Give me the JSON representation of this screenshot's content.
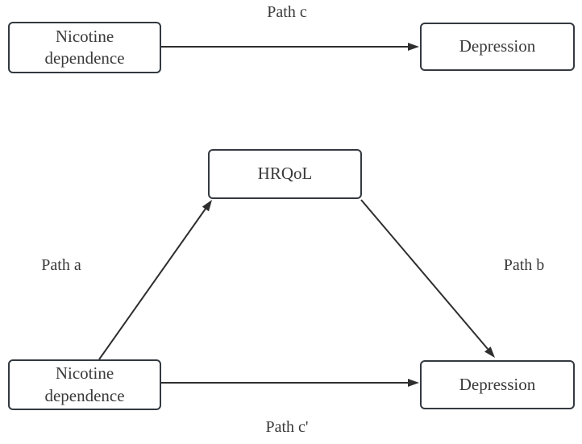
{
  "total_effect": {
    "predictor": "Nicotine\ndependence",
    "outcome": "Depression",
    "path_label": "Path c"
  },
  "mediation": {
    "mediator": "HRQoL",
    "predictor": "Nicotine\ndependence",
    "outcome": "Depression",
    "path_a_label": "Path a",
    "path_b_label": "Path b",
    "path_c_prime_label": "Path c'"
  },
  "colors": {
    "background": "#ffffff",
    "box_border": "#333940",
    "arrow": "#2e2e2e",
    "text": "#3a3a3a"
  }
}
